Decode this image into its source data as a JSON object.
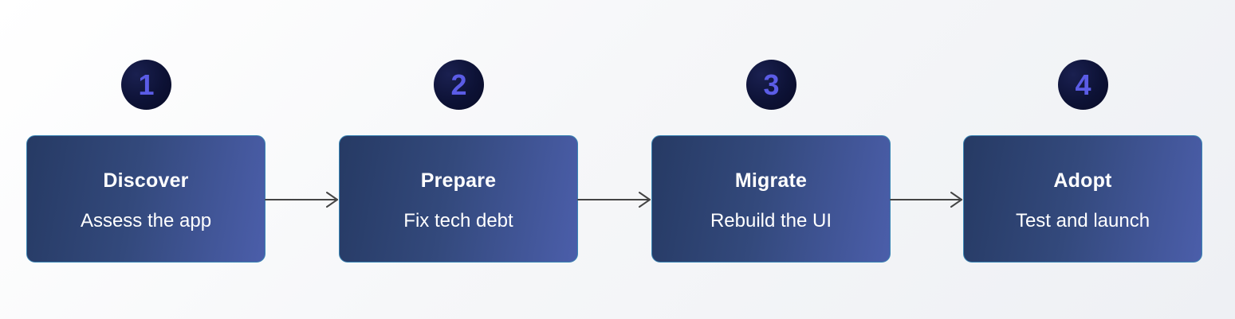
{
  "steps": [
    {
      "number": "1",
      "title": "Discover",
      "subtitle": "Assess the app"
    },
    {
      "number": "2",
      "title": "Prepare",
      "subtitle": "Fix tech debt"
    },
    {
      "number": "3",
      "title": "Migrate",
      "subtitle": "Rebuild the UI"
    },
    {
      "number": "4",
      "title": "Adopt",
      "subtitle": "Test and launch"
    }
  ],
  "colors": {
    "badge_background": "#0d1236",
    "badge_number": "#5b5ce6",
    "card_gradient_start": "#263a64",
    "card_gradient_end": "#4b5eaa",
    "card_border": "#3a86b5",
    "arrow": "#444444"
  }
}
